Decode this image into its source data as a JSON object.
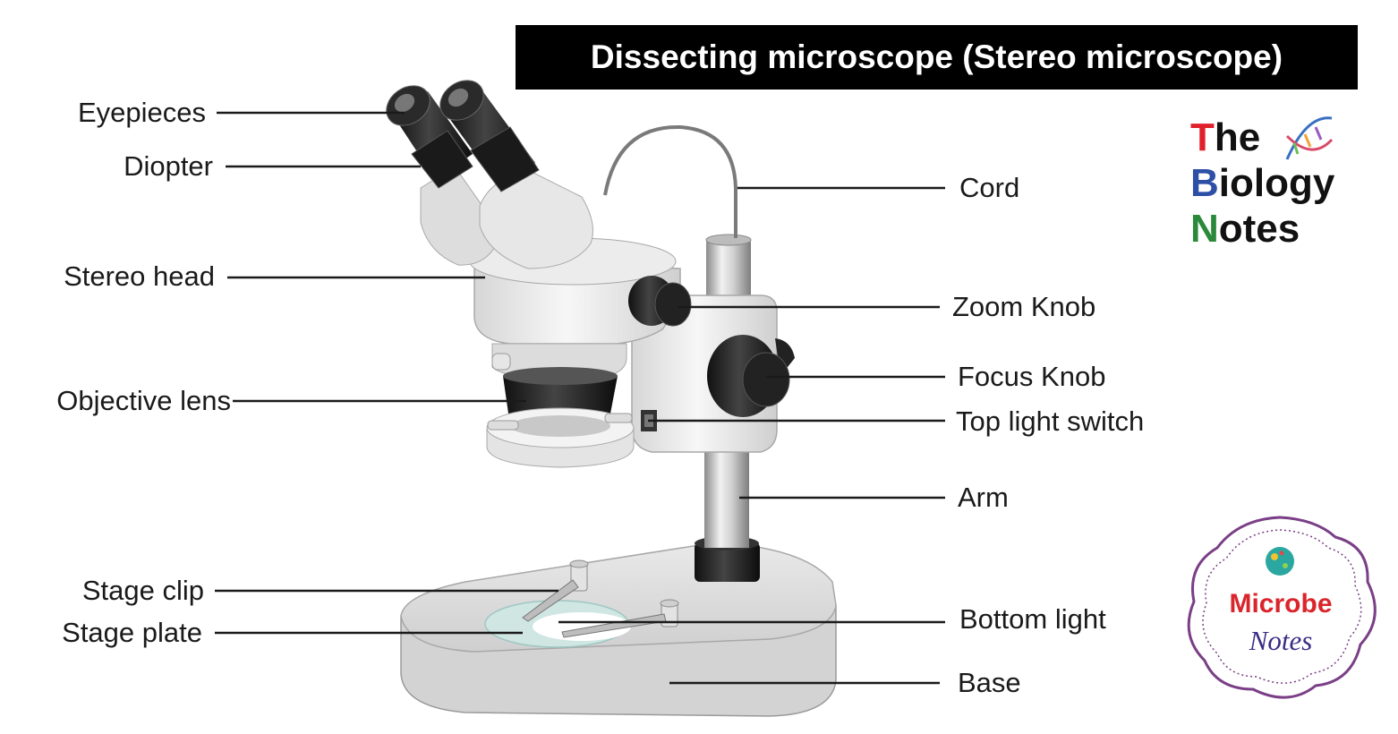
{
  "title": "Dissecting microscope (Stereo microscope)",
  "labels": {
    "eyepieces": "Eyepieces",
    "diopter": "Diopter",
    "stereo_head": "Stereo head",
    "objective_lens": "Objective lens",
    "stage_clip": "Stage clip",
    "stage_plate": "Stage plate",
    "cord": "Cord",
    "zoom_knob": "Zoom Knob",
    "focus_knob": "Focus Knob",
    "top_light_switch": "Top light switch",
    "arm": "Arm",
    "bottom_light": "Bottom light",
    "base": "Base"
  },
  "logo_biology": {
    "t_initial": "T",
    "t_rest": "he",
    "b_initial": "B",
    "b_rest": "iology",
    "n_initial": "N",
    "n_rest": "otes",
    "colors": {
      "t": "#e0202a",
      "b": "#2d4fa6",
      "n": "#2a8a3a"
    }
  },
  "logo_microbe": {
    "word1": "Microbe",
    "word2": "Notes",
    "colors": {
      "word1": "#d9262c",
      "word2": "#3a2c86",
      "ring": "#7a3f86"
    }
  }
}
